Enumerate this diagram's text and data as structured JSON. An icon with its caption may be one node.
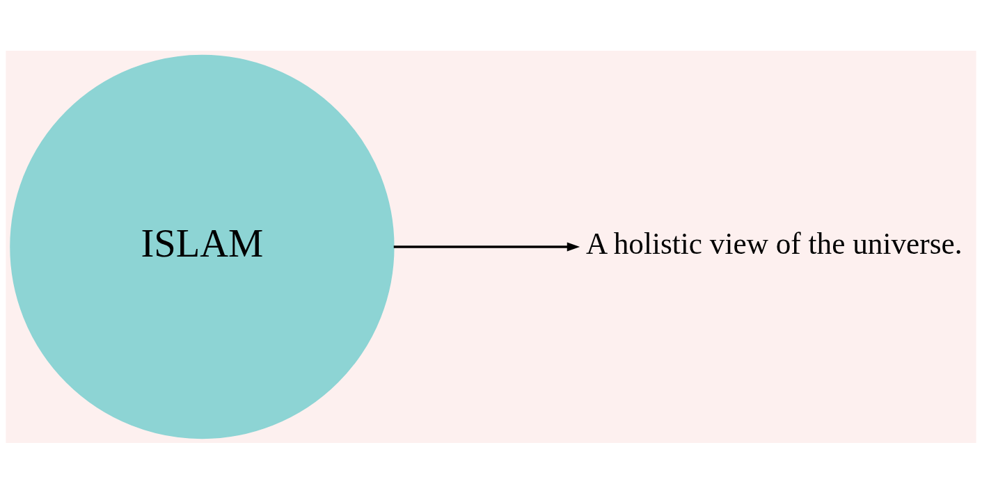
{
  "diagram": {
    "nodes": [
      {
        "text": [
          "ISLAM"
        ]
      },
      {
        "text": [
          "A holistic view of the universe."
        ]
      }
    ],
    "edges": [
      {
        "from": 0,
        "to": 1,
        "arrow": "to"
      }
    ]
  }
}
